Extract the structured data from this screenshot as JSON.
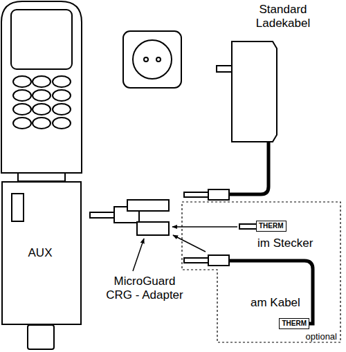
{
  "diagram": {
    "nodes": [
      {
        "text": [
          "AUX"
        ]
      },
      {
        "text": [
          "optional"
        ]
      },
      {
        "text": [
          "THERM"
        ],
        "in": 1
      },
      {
        "text": [
          "THERM"
        ],
        "in": 1
      }
    ],
    "labels": [
      "Standard Ladekabel",
      "MicroGuard CRG - Adapter",
      "im Stecker",
      "am Kabel"
    ]
  }
}
